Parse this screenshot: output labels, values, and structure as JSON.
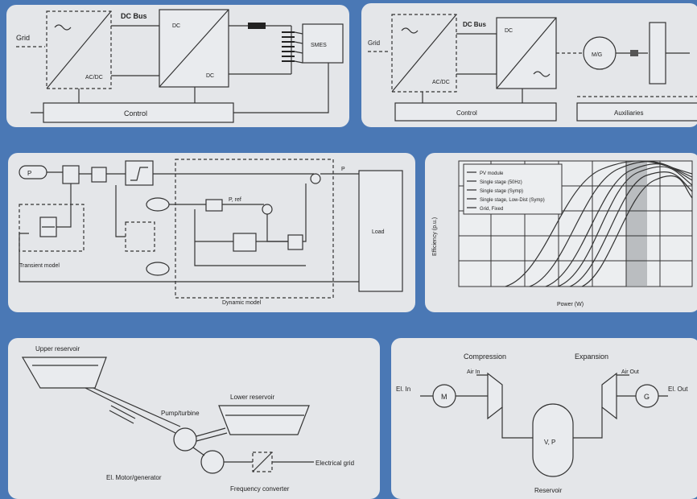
{
  "panel1": {
    "grid_label": "Grid",
    "dc_bus_label": "DC Bus",
    "acdc_label": "AC/DC",
    "dcdc_top": "DC",
    "dcdc_bottom": "DC",
    "smes_label": "SMES",
    "control_label": "Control"
  },
  "panel2": {
    "grid_label": "Grid",
    "dc_bus_label": "DC Bus",
    "acdc_label": "AC/DC",
    "inverter_top": "DC",
    "motor_label": "M/G",
    "control_label": "Control",
    "aux_label": "Auxiliaries"
  },
  "panel3": {
    "setpoint_label": "P",
    "out_label": "P",
    "pcs_label": "P, ref",
    "transient_label": "Transient model",
    "dynamic_label": "Dynamic model",
    "load_label": "Load"
  },
  "panel4": {
    "ylabel": "Efficiency (p.u.)",
    "xlabel": "Power (W)",
    "legend": [
      "PV module",
      "Single stage (50Hz)",
      "Single stage (Symp)",
      "Single stage, Low-Dist (Symp)",
      "Grid, Fixed"
    ]
  },
  "panel5": {
    "upper_label": "Upper reservoir",
    "lower_label": "Lower reservoir",
    "pump_label": "Pump/turbine",
    "motor_label": "El. Motor/generator",
    "freq_label": "Frequency converter",
    "grid_label": "Electrical grid"
  },
  "panel6": {
    "compression_label": "Compression",
    "expansion_label": "Expansion",
    "air_in_label": "Air In",
    "air_out_label": "Air Out",
    "el_in_label": "El. In",
    "el_out_label": "El. Out",
    "motor_symbol": "M",
    "generator_symbol": "G",
    "tank_label": "V, P",
    "reservoir_label": "Reservoir"
  }
}
